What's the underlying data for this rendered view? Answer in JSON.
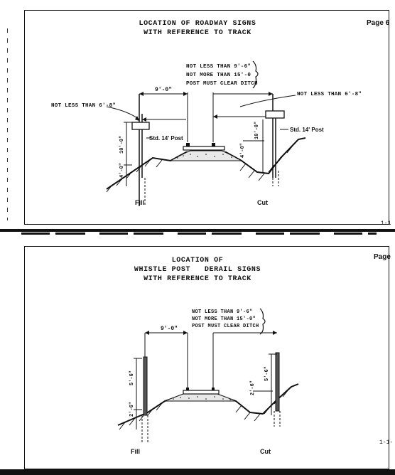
{
  "top_page": {
    "title_line1": "LOCATION OF ROADWAY SIGNS",
    "title_line2": "WITH REFERENCE TO TRACK",
    "page_label": "Page 6",
    "clearance_note": [
      "NOT LESS THAN 9'-6\"",
      "NOT MORE THAN 15'-0",
      "POST MUST CLEAR DITCH"
    ],
    "left_callout": "NOT LESS THAN 6'-8\"",
    "right_callout": "NOT LESS THAN 6'-8\"",
    "distance_label": "9'-0\"",
    "left_post_label": "Std. 14' Post",
    "right_post_label": "Std. 14' Post",
    "left_upper_dim": "10'-0\"",
    "left_lower_dim": "4'-0\"",
    "right_upper_dim": "10'-0\"",
    "right_lower_dim": "4'-0\"",
    "fill_label": "Fill",
    "cut_label": "Cut",
    "corner_mark": "1-1"
  },
  "bottom_page": {
    "title_line1": "LOCATION OF",
    "title_line2": "WHISTLE POST   DERAIL SIGNS",
    "title_line3": "WITH REFERENCE TO TRACK",
    "page_label": "Page",
    "clearance_note": [
      "NOT LESS THAN 9'-6\"",
      "NOT MORE THAN 15'-0\"",
      "POST MUST CLEAR DITCH"
    ],
    "distance_label": "9'-0\"",
    "left_upper_dim": "5'-6\"",
    "left_lower_dim": "2'-6\"",
    "right_upper_dim": "5'-6\"",
    "right_lower_dim": "2'-6\"",
    "fill_label": "Fill",
    "cut_label": "Cut",
    "corner_mark": "1-1-"
  }
}
